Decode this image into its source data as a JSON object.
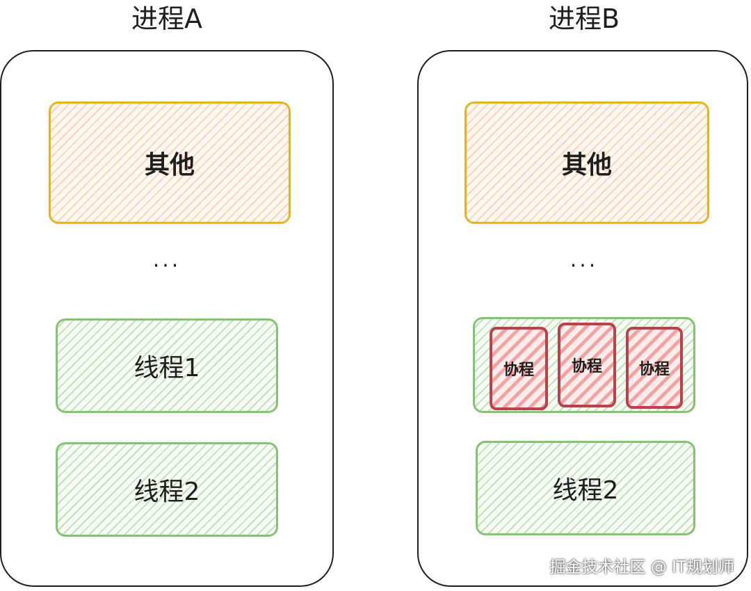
{
  "processes": [
    {
      "title": "进程A",
      "other": "其他",
      "ellipsis": "···",
      "threads": [
        "线程1",
        "线程2"
      ]
    },
    {
      "title": "进程B",
      "other": "其他",
      "ellipsis": "···",
      "coroutines": [
        "协程",
        "协程",
        "协程"
      ],
      "threads": [
        "线程2"
      ]
    }
  ],
  "watermark": "掘金技术社区 @ IT规划师",
  "colors": {
    "other_border": "#e6b324",
    "thread_border": "#86c274",
    "coroutine_border": "#b8434a",
    "outline": "#1e1e1e"
  }
}
